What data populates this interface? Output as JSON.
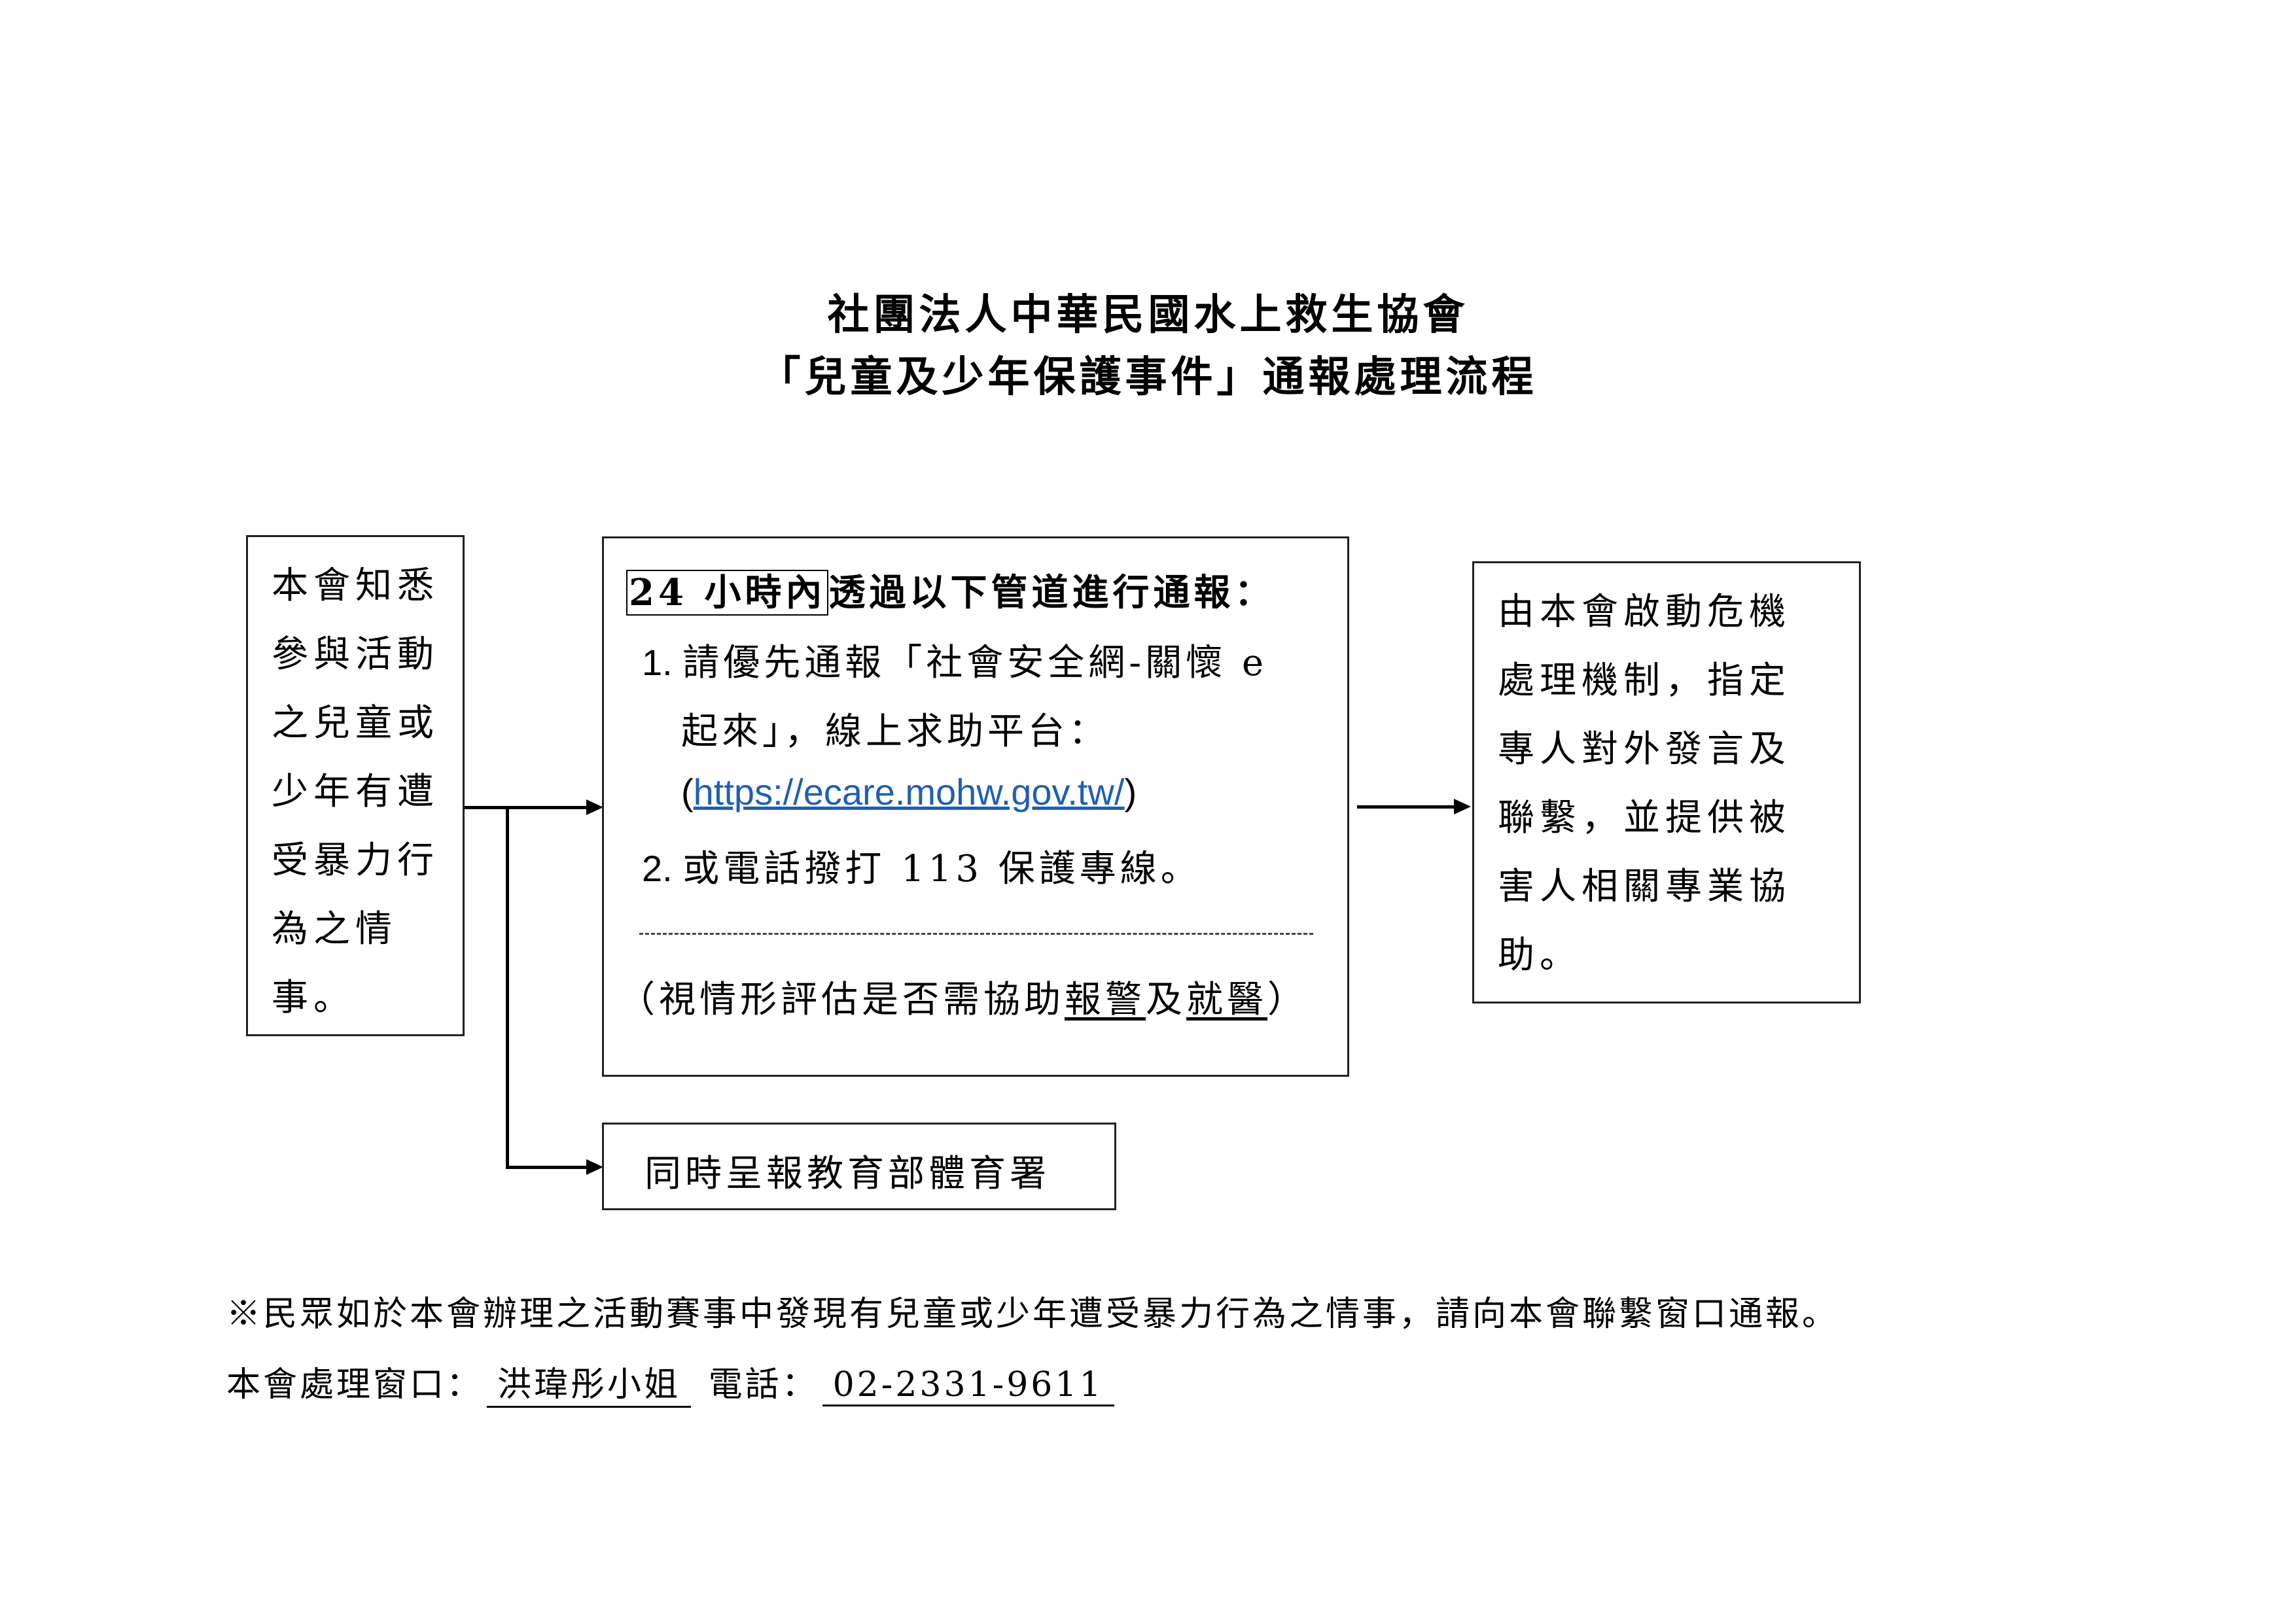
{
  "header": {
    "line1": "社團法人中華民國水上救生協會",
    "line2": "「兒童及少年保護事件」通報處理流程"
  },
  "left_box": {
    "lines": [
      "本會知悉",
      "參與活動",
      "之兒童或",
      "少年有遭",
      "受暴力行",
      "為之情",
      "事。"
    ]
  },
  "center_box": {
    "highlight": "24 小時內",
    "heading_rest": "透過以下管道進行通報：",
    "step1_prefix": "1. ",
    "step1_line1": "請優先通報「社會安全網-關懷 e",
    "step1_line2": "起來」，線上求助平台：",
    "link_open": "(",
    "link": "https://ecare.mohw.gov.tw/",
    "link_close": ")",
    "step2_prefix": "2. ",
    "step2_text": "或電話撥打 113 保護專線。",
    "assess_prefix": "（視情形評估是否需協助",
    "assess_u1": "報警",
    "assess_mid": "及",
    "assess_u2": "就醫",
    "assess_suffix": "）"
  },
  "right_box": {
    "lines": [
      "由本會啟動危機",
      "處理機制，指定",
      "專人對外發言及",
      "聯繫，並提供被",
      "害人相關專業協",
      "助。"
    ]
  },
  "bottom_box": {
    "text": "同時呈報教育部體育署"
  },
  "footer": {
    "note": "※民眾如於本會辦理之活動賽事中發現有兒童或少年遭受暴力行為之情事，請向本會聯繫窗口通報。",
    "contact_label": "本會處理窗口：",
    "contact_name": "洪瑋彤小姐",
    "phone_label": "電話：",
    "phone": "02-2331-9611"
  }
}
